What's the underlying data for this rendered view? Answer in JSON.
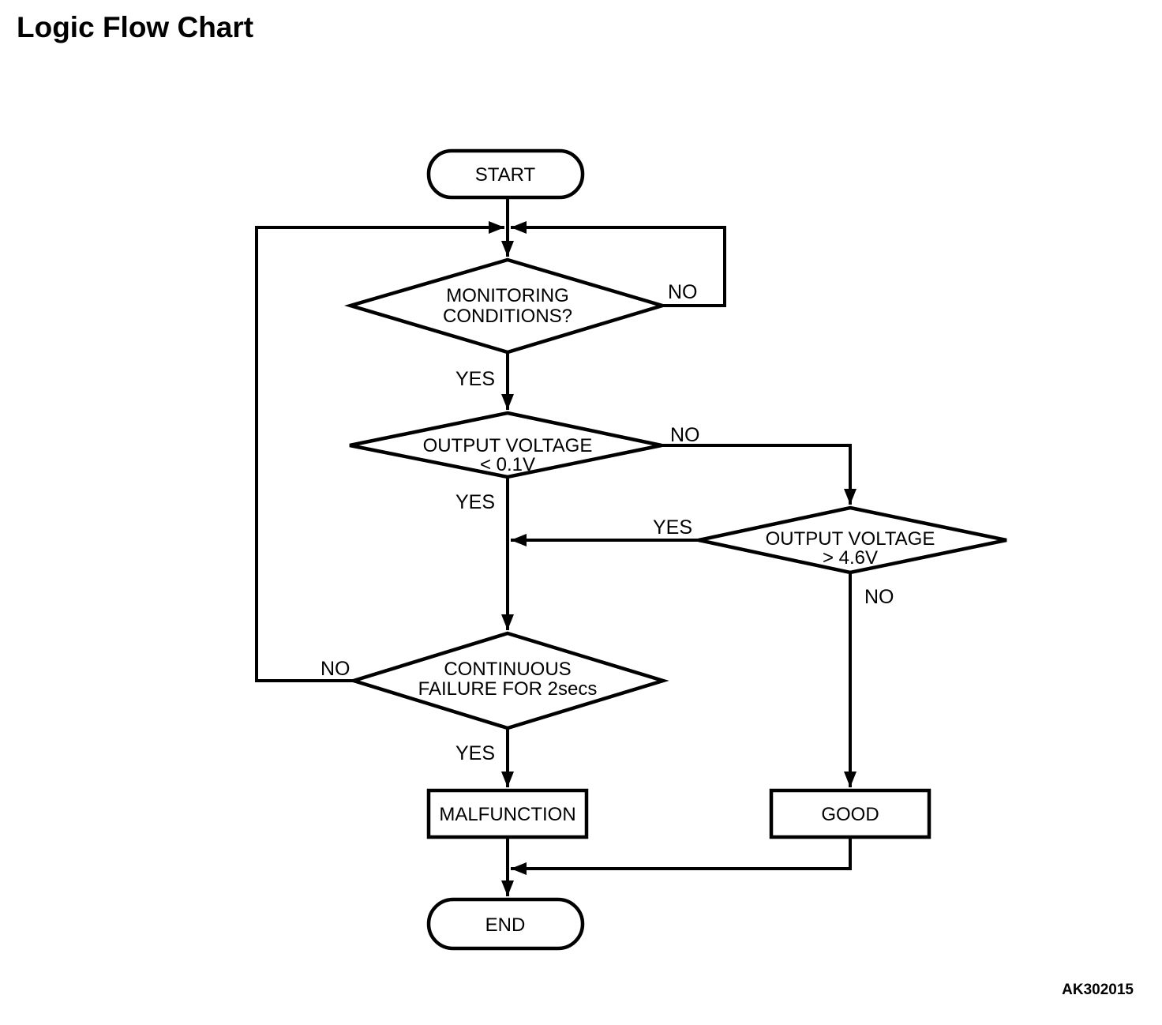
{
  "page": {
    "title": "Logic Flow Chart",
    "figure_code": "AK302015"
  },
  "flowchart": {
    "nodes": {
      "start": {
        "label": "START"
      },
      "monitoring": {
        "line1": "MONITORING",
        "line2": "CONDITIONS?"
      },
      "output_low": {
        "line1": "OUTPUT VOLTAGE",
        "line2": "< 0.1V"
      },
      "output_high": {
        "line1": "OUTPUT VOLTAGE",
        "line2": "> 4.6V"
      },
      "continuous_failure": {
        "line1": "CONTINUOUS",
        "line2": "FAILURE FOR 2secs"
      },
      "malfunction": {
        "label": "MALFUNCTION"
      },
      "good": {
        "label": "GOOD"
      },
      "end": {
        "label": "END"
      }
    },
    "branch_labels": {
      "monitoring_no": "NO",
      "monitoring_yes": "YES",
      "output_low_no": "NO",
      "output_low_yes": "YES",
      "output_high_yes": "YES",
      "output_high_no": "NO",
      "continuous_failure_no": "NO",
      "continuous_failure_yes": "YES"
    },
    "colors": {
      "stroke": "#000000",
      "text": "#000000",
      "background": "#ffffff"
    }
  }
}
